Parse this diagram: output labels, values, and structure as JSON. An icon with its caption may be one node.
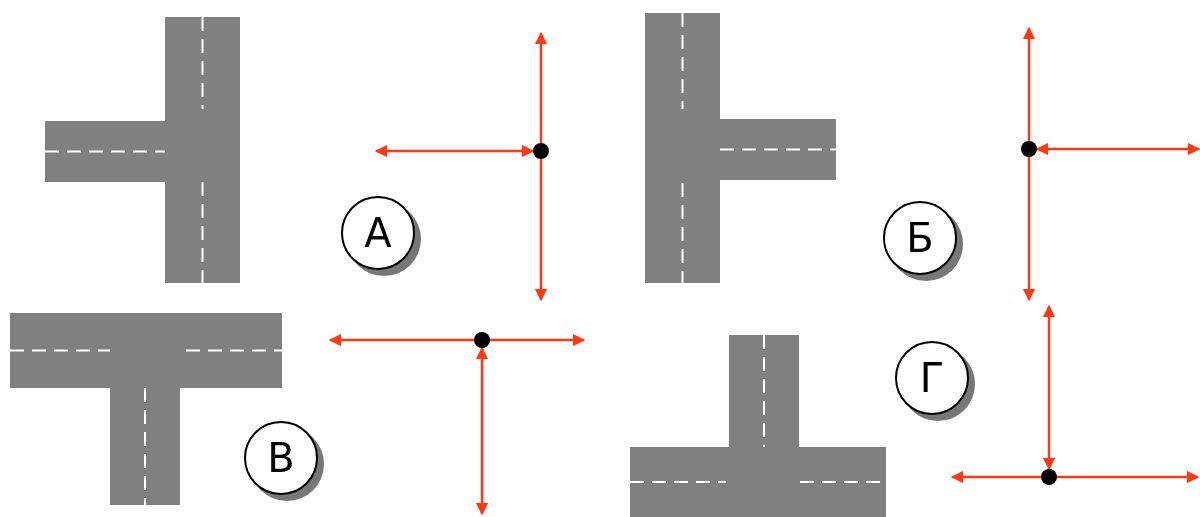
{
  "diagram": {
    "nodes": [
      {
        "text": [],
        "shape": "picture"
      },
      {
        "text": [
          "А"
        ]
      },
      {
        "text": [],
        "shape": "circle"
      },
      {
        "text": [],
        "shape": "picture"
      },
      {
        "text": [
          "Б"
        ]
      },
      {
        "text": [],
        "shape": "circle"
      },
      {
        "text": [],
        "shape": "picture"
      },
      {
        "text": [
          "В"
        ]
      },
      {
        "text": [],
        "shape": "circle"
      },
      {
        "text": [],
        "shape": "picture"
      },
      {
        "text": [
          "Г"
        ]
      },
      {
        "text": [],
        "shape": "circle"
      }
    ],
    "edges": [
      {
        "from": 2,
        "to": null,
        "arrow": "to"
      },
      {
        "from": null,
        "to": 2,
        "arrow": "both"
      },
      {
        "from": 2,
        "to": null,
        "arrow": "to"
      },
      {
        "from": 5,
        "to": null,
        "arrow": "to"
      },
      {
        "from": null,
        "to": 5,
        "arrow": "both"
      },
      {
        "from": 5,
        "to": null,
        "arrow": "to"
      },
      {
        "from": 8,
        "to": null,
        "arrow": "to"
      },
      {
        "from": 8,
        "to": null,
        "arrow": "to"
      },
      {
        "from": null,
        "to": 8,
        "arrow": "both"
      },
      {
        "from": null,
        "to": 11,
        "arrow": "both"
      },
      {
        "from": 11,
        "to": null,
        "arrow": "to"
      },
      {
        "from": 11,
        "to": null,
        "arrow": "to"
      }
    ]
  }
}
